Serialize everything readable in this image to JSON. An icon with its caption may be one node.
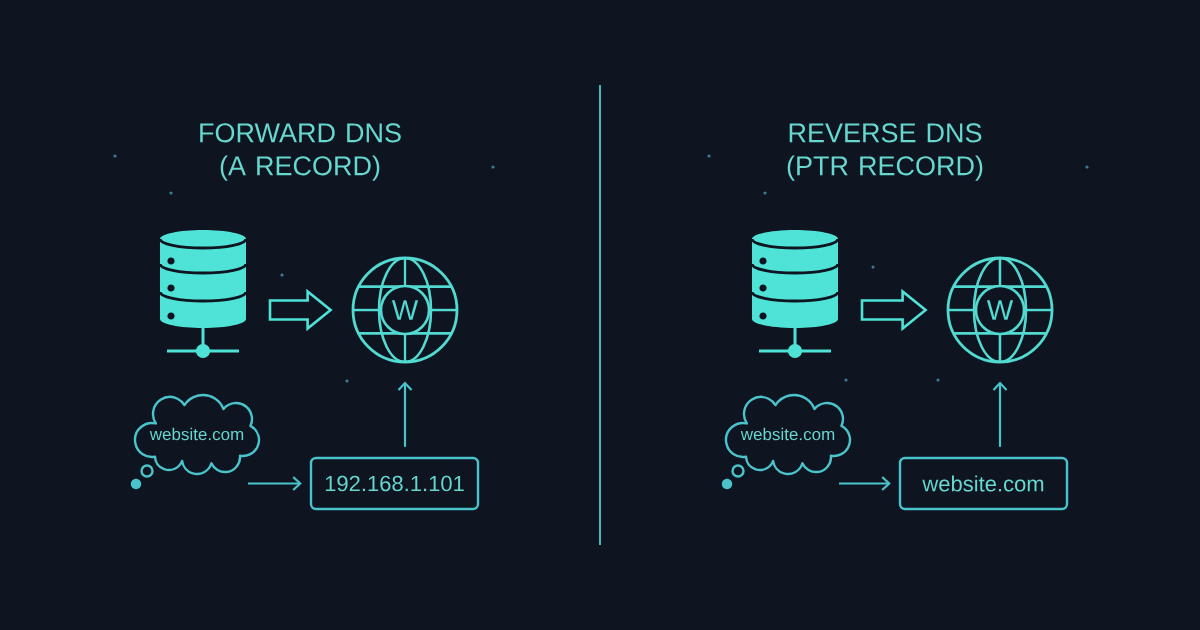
{
  "diagram": {
    "nodes": [
      {
        "text": [],
        "shape": "cylinder"
      },
      {
        "text": [
          "W"
        ]
      },
      {
        "text": [
          "website.com"
        ]
      },
      {
        "text": [
          "192.168.1.101"
        ]
      },
      {
        "text": [],
        "shape": "cylinder"
      },
      {
        "text": [
          "W"
        ]
      },
      {
        "text": [
          "website.com"
        ]
      },
      {
        "text": [
          "website.com"
        ]
      }
    ],
    "edges": [
      {
        "from": 0,
        "to": 1,
        "arrow": "to",
        "style": "thick"
      },
      {
        "from": 2,
        "to": 3,
        "arrow": "to"
      },
      {
        "from": 3,
        "to": 1,
        "arrow": "to"
      },
      {
        "from": 4,
        "to": 5,
        "arrow": "to",
        "style": "thick"
      },
      {
        "from": 6,
        "to": 7,
        "arrow": "to"
      },
      {
        "from": 7,
        "to": 5,
        "arrow": "to"
      }
    ],
    "labels": [
      "FORWARD DNS (A RECORD)",
      "REVERSE DNS (PTR RECORD)"
    ]
  }
}
